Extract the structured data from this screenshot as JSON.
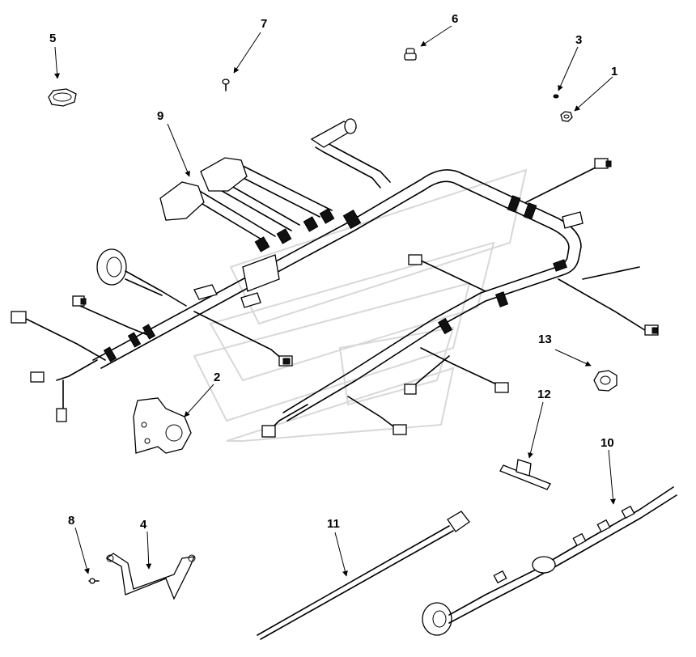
{
  "callouts": {
    "c1": "1",
    "c2": "2",
    "c3": "3",
    "c4": "4",
    "c5": "5",
    "c6": "6",
    "c7": "7",
    "c8": "8",
    "c9": "9",
    "c10": "10",
    "c11": "11",
    "c12": "12",
    "c13": "13"
  },
  "colors": {
    "line": "#000000",
    "background": "#ffffff",
    "watermark": "#d8d8d8"
  }
}
